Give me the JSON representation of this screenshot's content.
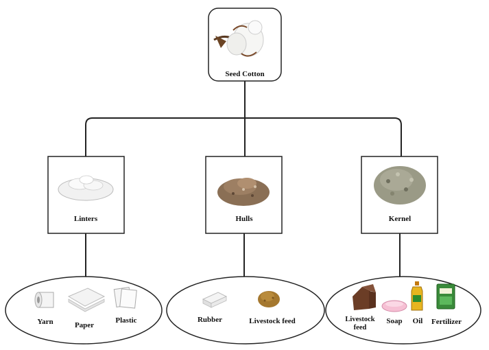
{
  "root": {
    "label": "Seed Cotton",
    "icon": "cotton-boll-icon"
  },
  "branches": [
    {
      "label": "Linters",
      "icon": "linters-pile-icon",
      "color": "#f2f2f2",
      "products": [
        {
          "label": "Yarn",
          "icon": "yarn-roll-icon"
        },
        {
          "label": "Paper",
          "icon": "paper-stack-icon"
        },
        {
          "label": "Plastic",
          "icon": "plastic-sheets-icon"
        }
      ]
    },
    {
      "label": "Hulls",
      "icon": "hulls-pile-icon",
      "color": "#8a6f55",
      "products": [
        {
          "label": "Rubber",
          "icon": "rubber-block-icon"
        },
        {
          "label": "Livestock feed",
          "icon": "feed-pile-icon"
        }
      ]
    },
    {
      "label": "Kernel",
      "icon": "kernel-pile-icon",
      "color": "#9a9a86",
      "products": [
        {
          "label": "Livestock",
          "label2": "feed",
          "icon": "feed-cake-icon"
        },
        {
          "label": "Soap",
          "icon": "soap-bar-icon"
        },
        {
          "label": "Oil",
          "icon": "oil-bottle-icon"
        },
        {
          "label": "Fertilizer",
          "icon": "fertilizer-bag-icon"
        }
      ]
    }
  ]
}
